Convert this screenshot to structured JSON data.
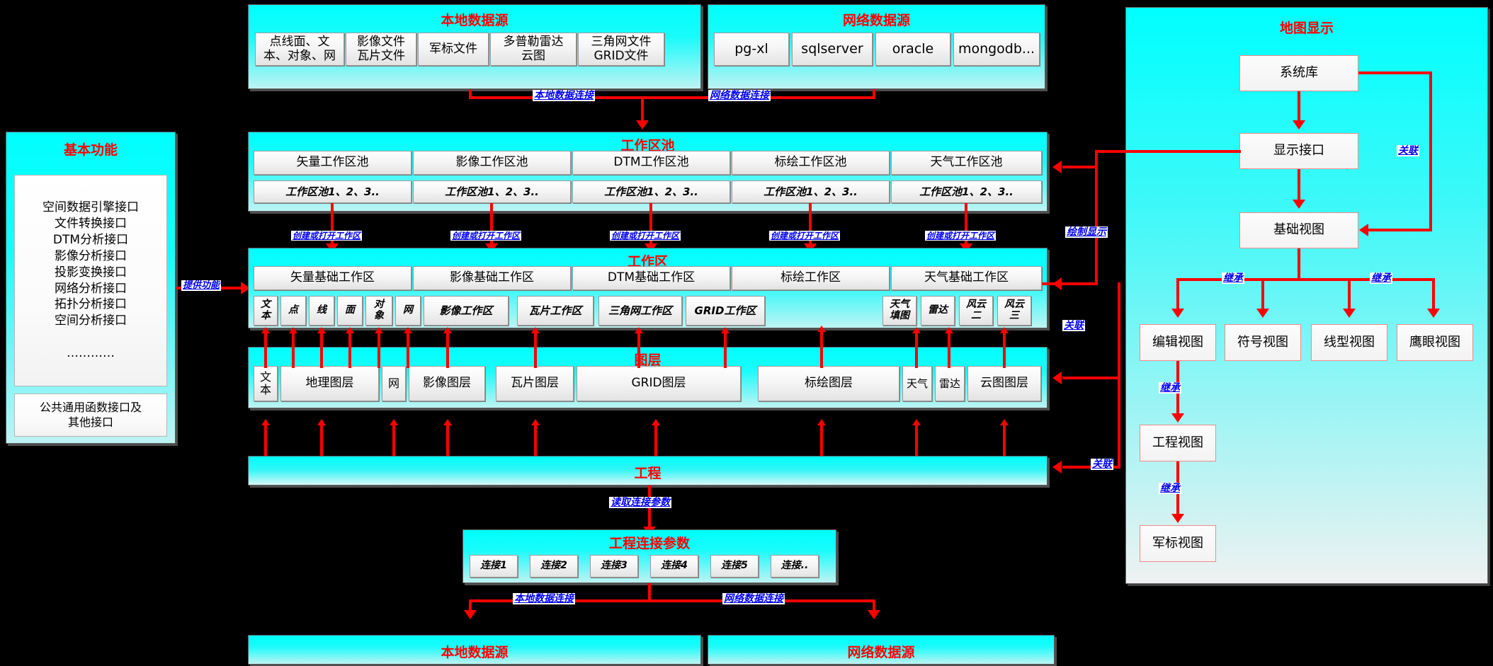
{
  "local_source_top": {
    "title": "本地数据源",
    "items": [
      "点线面、文\n本、对象、网",
      "影像文件\n瓦片文件",
      "军标文件",
      "多普勒雷达\n云图",
      "三角网文件\nGRID文件"
    ]
  },
  "net_source_top": {
    "title": "网络数据源",
    "items": [
      "pg-xl",
      "sqlserver",
      "oracle",
      "mongodb..."
    ]
  },
  "basic_function": {
    "title": "基本功能",
    "interfaces": "空间数据引擎接口\n文件转换接口\nDTM分析接口\n影像分析接口\n投影变换接口\n网络分析接口\n拓扑分析接口\n空间分析接口\n\n…………",
    "common": "公共通用函数接口及\n其他接口"
  },
  "workspace_pool": {
    "title": "工作区池",
    "columns": [
      "矢量工作区池",
      "影像工作区池",
      "DTM工作区池",
      "标绘工作区池",
      "天气工作区池"
    ],
    "instances": [
      "工作区池1、2、3..",
      "工作区池1、2、3..",
      "工作区池1、2、3..",
      "工作区池1、2、3..",
      "工作区池1、2、3.."
    ]
  },
  "workspace": {
    "title": "工作区",
    "bases": [
      "矢量基础工作区",
      "影像基础工作区",
      "DTM基础工作区",
      "标绘工作区",
      "天气基础工作区"
    ],
    "chips": [
      "文\n本",
      "点",
      "线",
      "面",
      "对\n象",
      "网",
      "影像工作区",
      "瓦片工作区",
      "三角网工作区",
      "GRID工作区",
      "天气\n填图",
      "雷达",
      "风云\n二",
      "风云\n三"
    ]
  },
  "layers": {
    "title": "图层",
    "chips": [
      "文\n本",
      "地理图层",
      "网",
      "影像图层",
      "瓦片图层",
      "GRID图层",
      "标绘图层",
      "天气",
      "雷达",
      "云图图层"
    ]
  },
  "project": {
    "title": "工程"
  },
  "project_params": {
    "title": "工程连接参数",
    "items": [
      "连接1",
      "连接2",
      "连接3",
      "连接4",
      "连接5",
      "连接.."
    ]
  },
  "local_source_bottom": {
    "title": "本地数据源"
  },
  "net_source_bottom": {
    "title": "网络数据源"
  },
  "map_display": {
    "title": "地图显示",
    "nodes": {
      "system_lib": "系统库",
      "display_api": "显示接口",
      "base_view": "基础视图",
      "edit_view": "编辑视图",
      "symbol_view": "符号视图",
      "line_view": "线型视图",
      "eagle_view": "鹰眼视图",
      "project_view": "工程视图",
      "military_view": "军标视图"
    }
  },
  "edge_labels": {
    "local_conn_top": "本地数据连接",
    "net_conn_top": "网络数据连接",
    "create_open_1": "创建或打开工作区",
    "create_open_2": "创建或打开工作区",
    "create_open_3": "创建或打开工作区",
    "create_open_4": "创建或打开工作区",
    "create_open_5": "创建或打开工作区",
    "provide_function": "提供功能",
    "read_conn_params": "读取连接参数",
    "local_conn_bottom": "本地数据连接",
    "net_conn_bottom": "网络数据连接",
    "draw_display": "绘制显示",
    "assoc_workspace": "关联",
    "assoc_project": "关联",
    "assoc_sys": "关联",
    "assoc_edit": "关联",
    "inherit_left": "继承",
    "inherit_right": "继承",
    "inherit_project": "继承",
    "inherit_military": "继承"
  },
  "colors": {
    "accent_red": "#fb0000",
    "label_blue": "#0000ee",
    "panel_cyan": "#00ffff",
    "background": "#000000"
  }
}
